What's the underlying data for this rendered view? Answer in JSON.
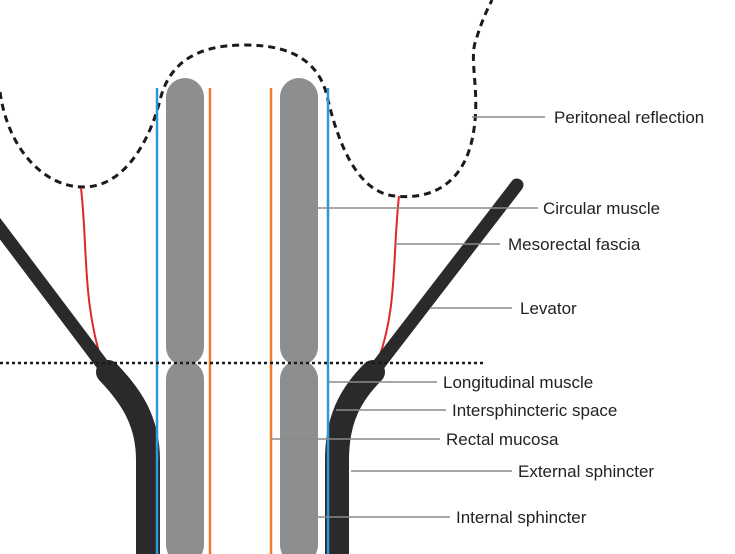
{
  "labels": {
    "peritoneal_reflection": "Peritoneal reflection",
    "circular_muscle": "Circular muscle",
    "mesorectal_fascia": "Mesorectal fascia",
    "levator": "Levator",
    "longitudinal_muscle": "Longitudinal muscle",
    "intersphincteric_space": "Intersphincteric space",
    "rectal_mucosa": "Rectal mucosa",
    "external_sphincter": "External sphincter",
    "internal_sphincter": "Internal sphincter"
  },
  "colors": {
    "muscle_gray": "#8e8e8e",
    "sphincter_black": "#2a2a2a",
    "fascia_red": "#e0282a",
    "longitudinal_blue": "#2a9bd6",
    "mucosa_orange": "#ef7d2a",
    "leader_gray": "#8a8a8a",
    "dashed_line": "#1a1a1a"
  }
}
